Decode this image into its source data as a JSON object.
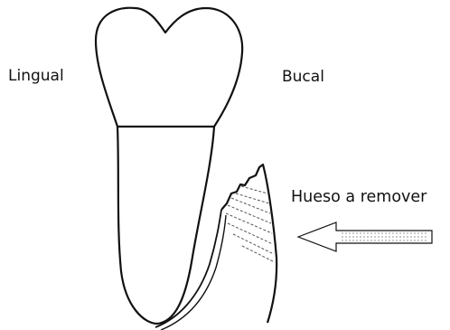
{
  "labels": {
    "lingual": "Lingual",
    "bucal": "Bucal",
    "bone_to_remove": "Hueso a remover"
  },
  "colors": {
    "line": "#111111",
    "hatch": "#555555",
    "background": "#ffffff"
  },
  "icons": {
    "arrow": "left-arrow-icon"
  }
}
